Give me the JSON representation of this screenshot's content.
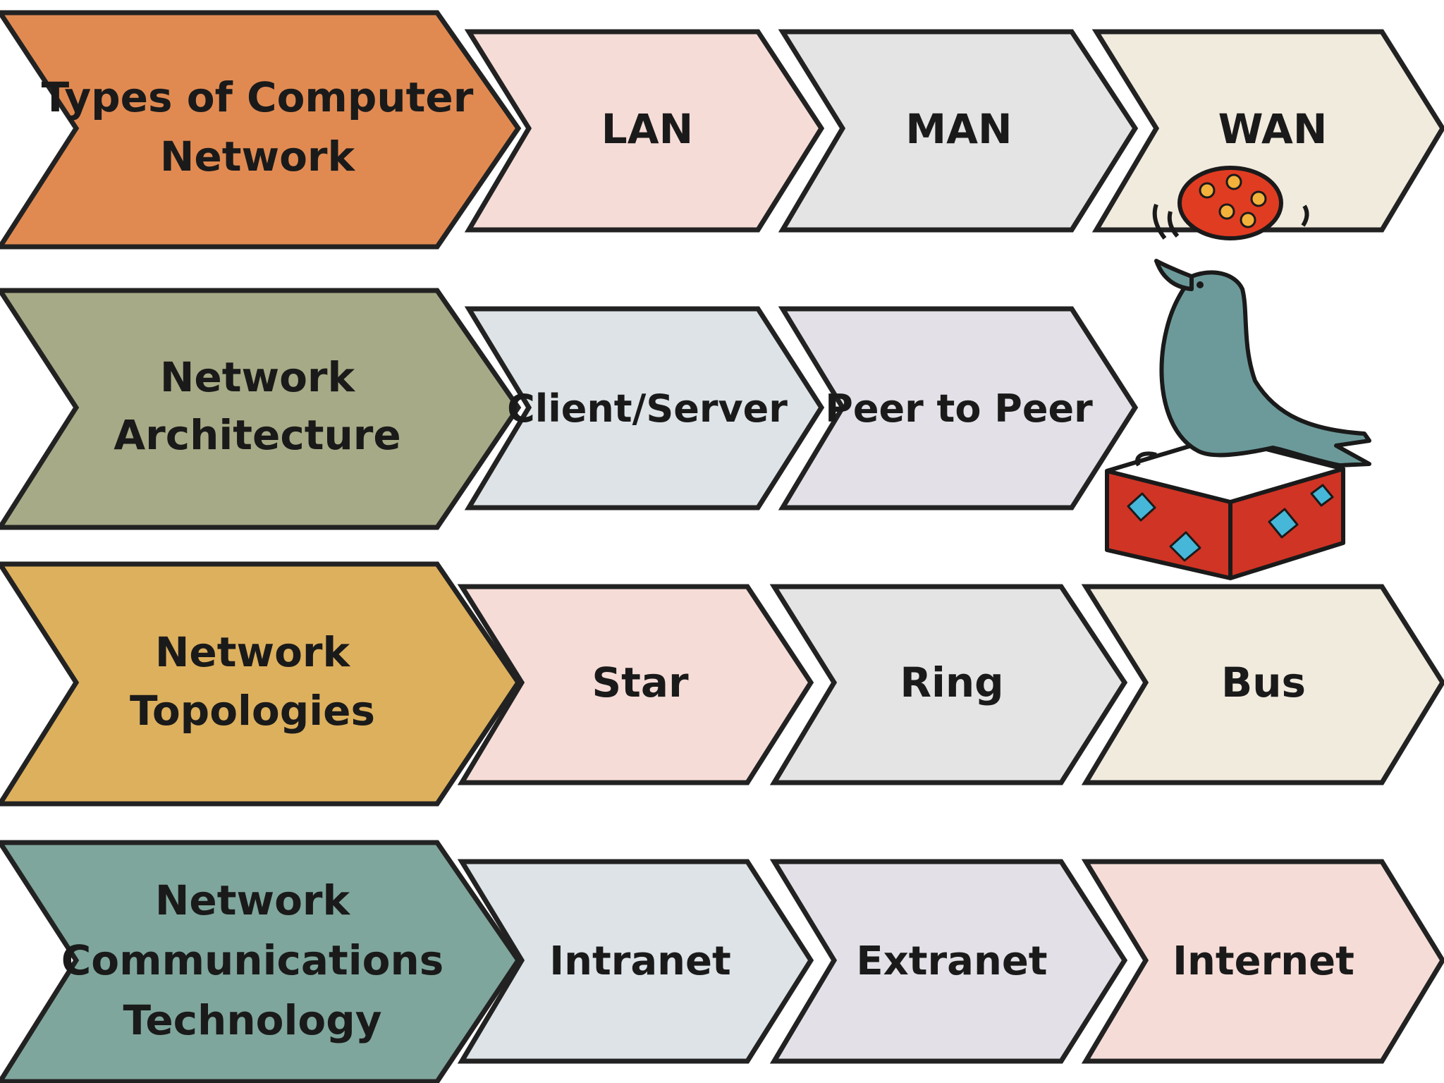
{
  "colors": {
    "outline": "#222222",
    "head_row_1": "#e08a52",
    "head_row_2": "#a7aa86",
    "head_row_3": "#ddb05e",
    "head_row_4": "#7fa69c",
    "pink": "#f6dcd7",
    "gray": "#e4e4e4",
    "cream": "#f1ebde",
    "blue_gray": "#dde3e6",
    "lavender": "#e3e1e7",
    "seal": "#6c9a9a",
    "ball_red": "#e03c22",
    "box_red": "#d03425",
    "diamond": "#46b7d8"
  },
  "icons": {
    "mascot": "seal-balancing-ball-on-box-icon"
  },
  "rows": [
    {
      "heading": [
        "Types of Computer",
        "Network"
      ],
      "items": [
        "LAN",
        "MAN",
        "WAN"
      ]
    },
    {
      "heading": [
        "Network",
        "Architecture"
      ],
      "items": [
        "Client/Server",
        "Peer to Peer"
      ]
    },
    {
      "heading": [
        "Network",
        "Topologies"
      ],
      "items": [
        "Star",
        "Ring",
        "Bus"
      ]
    },
    {
      "heading": [
        "Network",
        "Communications",
        "Technology"
      ],
      "items": [
        "Intranet",
        "Extranet",
        "Internet"
      ]
    }
  ]
}
